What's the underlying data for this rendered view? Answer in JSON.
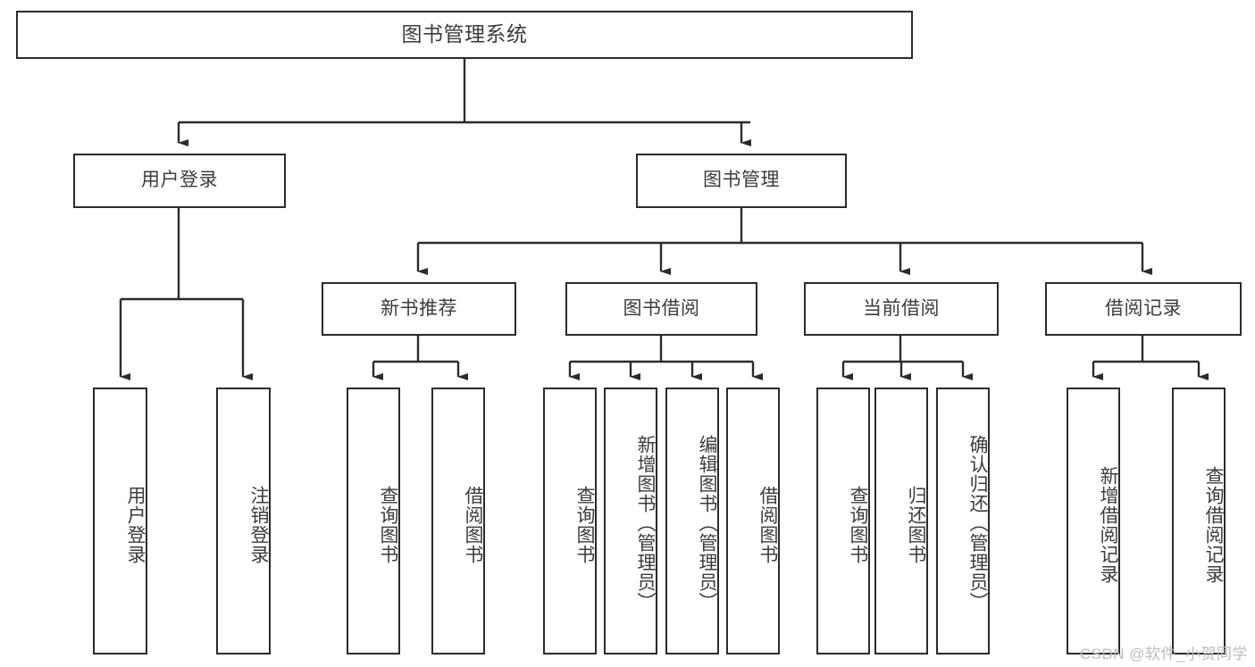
{
  "diagram": {
    "type": "hierarchy-tree",
    "title": "图书管理系统",
    "colors": {
      "background": "#ffffff",
      "box_border": "#2b2b2b",
      "box_fill": "#ffffff",
      "text": "#3c3c3c",
      "connector": "#2b2b2b",
      "watermark": "#b9bcc0"
    },
    "root": {
      "label": "图书管理系统"
    },
    "level1": [
      {
        "label": "用户登录"
      },
      {
        "label": "图书管理"
      }
    ],
    "level2": [
      {
        "label": "新书推荐"
      },
      {
        "label": "图书借阅"
      },
      {
        "label": "当前借阅"
      },
      {
        "label": "借阅记录"
      }
    ],
    "leaves": {
      "user_login": [
        {
          "label": "用户登录"
        },
        {
          "label": "注销登录"
        }
      ],
      "new_book": [
        {
          "label": "查询图书"
        },
        {
          "label": "借阅图书"
        }
      ],
      "book_borrow": [
        {
          "label": "查询图书"
        },
        {
          "label": "新增图书（管理员）"
        },
        {
          "label": "编辑图书（管理员）"
        },
        {
          "label": "借阅图书"
        }
      ],
      "current_borrow": [
        {
          "label": "查询图书"
        },
        {
          "label": "归还图书"
        },
        {
          "label": "确认归还（管理员）"
        }
      ],
      "borrow_record": [
        {
          "label": "新增借阅记录"
        },
        {
          "label": "查询借阅记录"
        }
      ]
    }
  },
  "watermark": {
    "text": "CSDN @软件_小贺同学"
  }
}
